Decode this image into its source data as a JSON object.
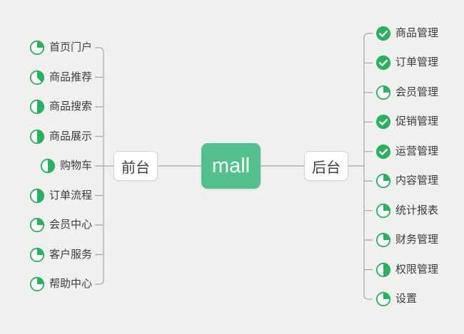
{
  "root": {
    "label": "mall"
  },
  "branches": [
    {
      "label": "前台",
      "side": "left",
      "items": [
        {
          "label": "首页门户",
          "icon": "progress-25"
        },
        {
          "label": "商品推荐",
          "icon": "progress-37"
        },
        {
          "label": "商品搜索",
          "icon": "progress-50"
        },
        {
          "label": "商品展示",
          "icon": "progress-50"
        },
        {
          "label": "购物车",
          "icon": "progress-50"
        },
        {
          "label": "订单流程",
          "icon": "progress-50"
        },
        {
          "label": "会员中心",
          "icon": "progress-25"
        },
        {
          "label": "客户服务",
          "icon": "progress-25"
        },
        {
          "label": "帮助中心",
          "icon": "progress-25"
        }
      ]
    },
    {
      "label": "后台",
      "side": "right",
      "items": [
        {
          "label": "商品管理",
          "icon": "done"
        },
        {
          "label": "订单管理",
          "icon": "done"
        },
        {
          "label": "会员管理",
          "icon": "progress-25"
        },
        {
          "label": "促销管理",
          "icon": "done"
        },
        {
          "label": "运营管理",
          "icon": "done"
        },
        {
          "label": "内容管理",
          "icon": "progress-25"
        },
        {
          "label": "统计报表",
          "icon": "progress-25"
        },
        {
          "label": "财务管理",
          "icon": "progress-25"
        },
        {
          "label": "权限管理",
          "icon": "progress-50"
        },
        {
          "label": "设置",
          "icon": "progress-25"
        }
      ]
    }
  ],
  "colors": {
    "background": "#f0f0ee",
    "icon_green": "#2bb061",
    "node_green": "#53c08e",
    "line": "#a6a6a6",
    "node_border": "#d3d3d3",
    "text": "#3c3c3c"
  }
}
